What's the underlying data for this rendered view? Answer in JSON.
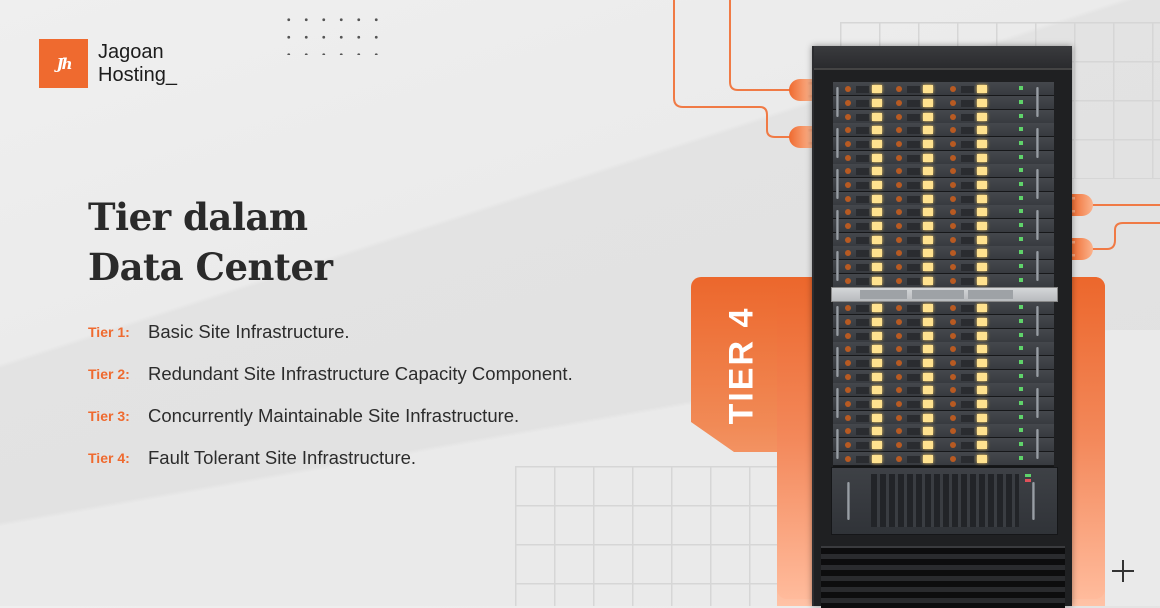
{
  "brand": {
    "logo_mark": "Jh",
    "name_line1": "Jagoan",
    "name_line2": "Hosting_"
  },
  "heading": {
    "line1": "Tier dalam",
    "line2": "Data Center"
  },
  "tiers": [
    {
      "label": "Tier 1:",
      "description": "Basic Site Infrastructure."
    },
    {
      "label": "Tier 2:",
      "description": "Redundant Site Infrastructure Capacity Component."
    },
    {
      "label": "Tier 3:",
      "description": "Concurrently Maintainable Site Infrastructure."
    },
    {
      "label": "Tier 4:",
      "description": "Fault Tolerant Site Infrastructure."
    }
  ],
  "badge": {
    "text": "TIER 4"
  },
  "colors": {
    "accent": "#ef6a2f",
    "heading": "#2a2a2a",
    "background": "#e6e6e6",
    "rack": "#1f2022"
  },
  "icons": {
    "plus": "plus-icon",
    "plug": "power-plug-icon",
    "server": "server-rack-icon"
  }
}
